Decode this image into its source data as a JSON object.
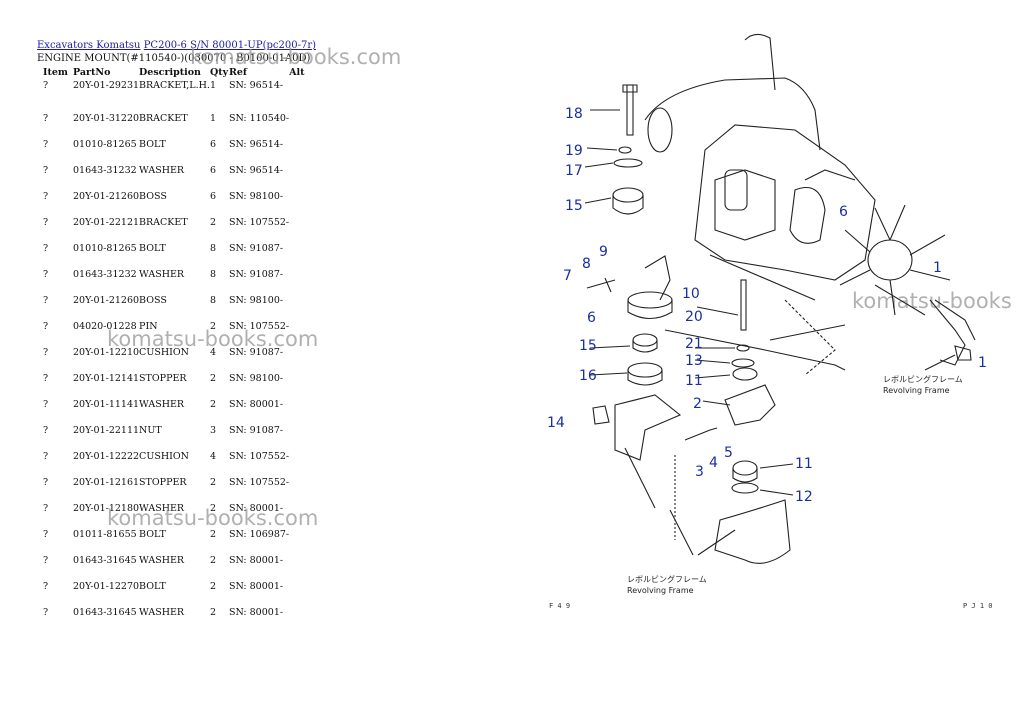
{
  "breadcrumb": {
    "link1": "Excavators Komatsu",
    "link2": "PC200-6 S/N 80001-UP(pc200-7r)"
  },
  "title": "ENGINE MOUNT(#110540-)(030070 - B0100-01A0D)",
  "table": {
    "headers": [
      "Item",
      "PartNo",
      "Description",
      "Qty",
      "Ref",
      "Alt"
    ],
    "rows": [
      {
        "item": "?",
        "part": "20Y-01-29231",
        "desc": "BRACKET,L.H.",
        "qty": "1",
        "ref": "SN: 96514-"
      },
      {
        "item": "?",
        "part": "20Y-01-31220",
        "desc": "BRACKET",
        "qty": "1",
        "ref": "SN: 110540-"
      },
      {
        "item": "?",
        "part": "01010-81265",
        "desc": "BOLT",
        "qty": "6",
        "ref": "SN: 96514-"
      },
      {
        "item": "?",
        "part": "01643-31232",
        "desc": "WASHER",
        "qty": "6",
        "ref": "SN: 96514-"
      },
      {
        "item": "?",
        "part": "20Y-01-21260",
        "desc": "BOSS",
        "qty": "6",
        "ref": "SN: 98100-"
      },
      {
        "item": "?",
        "part": "20Y-01-22121",
        "desc": "BRACKET",
        "qty": "2",
        "ref": "SN: 107552-"
      },
      {
        "item": "?",
        "part": "01010-81265",
        "desc": "BOLT",
        "qty": "8",
        "ref": "SN: 91087-"
      },
      {
        "item": "?",
        "part": "01643-31232",
        "desc": "WASHER",
        "qty": "8",
        "ref": "SN: 91087-"
      },
      {
        "item": "?",
        "part": "20Y-01-21260",
        "desc": "BOSS",
        "qty": "8",
        "ref": "SN: 98100-"
      },
      {
        "item": "?",
        "part": "04020-01228",
        "desc": "PIN",
        "qty": "2",
        "ref": "SN: 107552-"
      },
      {
        "item": "?",
        "part": "20Y-01-12210",
        "desc": "CUSHION",
        "qty": "4",
        "ref": "SN: 91087-"
      },
      {
        "item": "?",
        "part": "20Y-01-12141",
        "desc": "STOPPER",
        "qty": "2",
        "ref": "SN: 98100-"
      },
      {
        "item": "?",
        "part": "20Y-01-11141",
        "desc": "WASHER",
        "qty": "2",
        "ref": "SN: 80001-"
      },
      {
        "item": "?",
        "part": "20Y-01-22111",
        "desc": "NUT",
        "qty": "3",
        "ref": "SN: 91087-"
      },
      {
        "item": "?",
        "part": "20Y-01-12222",
        "desc": "CUSHION",
        "qty": "4",
        "ref": "SN: 107552-"
      },
      {
        "item": "?",
        "part": "20Y-01-12161",
        "desc": "STOPPER",
        "qty": "2",
        "ref": "SN: 107552-"
      },
      {
        "item": "?",
        "part": "20Y-01-12180",
        "desc": "WASHER",
        "qty": "2",
        "ref": "SN: 80001-"
      },
      {
        "item": "?",
        "part": "01011-81655",
        "desc": "BOLT",
        "qty": "2",
        "ref": "SN: 106987-"
      },
      {
        "item": "?",
        "part": "01643-31645",
        "desc": "WASHER",
        "qty": "2",
        "ref": "SN: 80001-"
      },
      {
        "item": "?",
        "part": "20Y-01-12270",
        "desc": "BOLT",
        "qty": "2",
        "ref": "SN: 80001-"
      },
      {
        "item": "?",
        "part": "01643-31645",
        "desc": "WASHER",
        "qty": "2",
        "ref": "SN: 80001-"
      }
    ]
  },
  "watermark": "komatsu-books.com",
  "watermark_short": "komatsu-books",
  "diagram": {
    "callouts": [
      "18",
      "19",
      "17",
      "15",
      "9",
      "8",
      "7",
      "6",
      "10",
      "20",
      "21",
      "15",
      "13",
      "11",
      "16",
      "2",
      "14",
      "5",
      "4",
      "3",
      "11",
      "12",
      "6",
      "1",
      "1"
    ],
    "frame_label_jp": "レボルビングフレーム",
    "frame_label_en": "Revolving Frame",
    "corner_left": "F 4 9",
    "corner_right": "P J 1 0"
  },
  "colors": {
    "link": "#1a1aa6",
    "callout": "#1a2fa0",
    "watermark": "#969696"
  }
}
